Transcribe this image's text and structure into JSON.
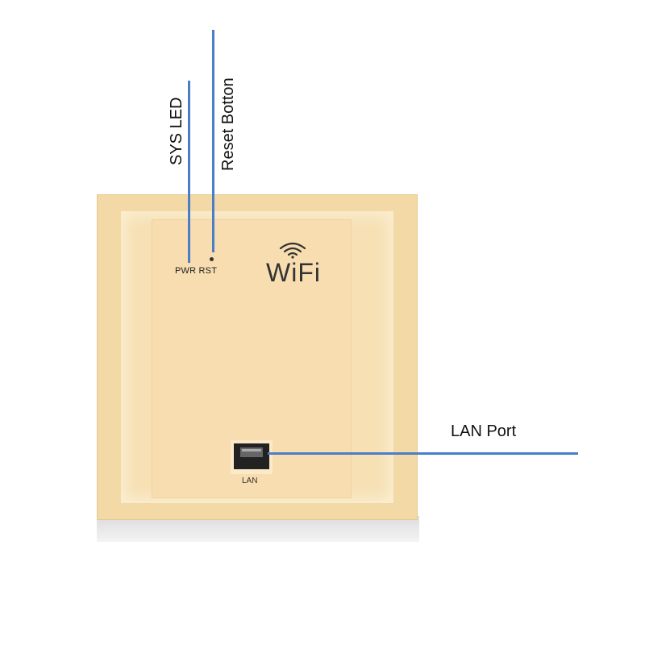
{
  "device": {
    "led_labels": "PWR RST",
    "brand_text": "WiFi",
    "port_label": "LAN"
  },
  "callouts": {
    "sys_led": "SYS LED",
    "reset_button": "Reset Botton",
    "lan_port": "LAN Port"
  },
  "icons": {
    "wifi": "wifi-signal-icon",
    "rj45": "rj45-port-icon"
  },
  "colors": {
    "plate": "#f2d9a6",
    "callout_line": "#4a7ec7"
  }
}
